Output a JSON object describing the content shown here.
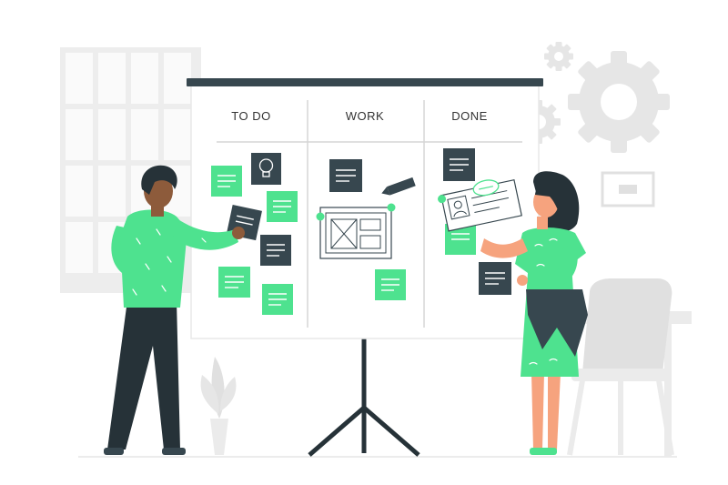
{
  "board": {
    "columns": [
      {
        "label": "TO DO"
      },
      {
        "label": "WORK"
      },
      {
        "label": "DONE"
      }
    ]
  },
  "colors": {
    "accent": "#4ee28f",
    "dark": "#37474f",
    "light_gray": "#ebebeb",
    "skin": "#f6a37e"
  }
}
